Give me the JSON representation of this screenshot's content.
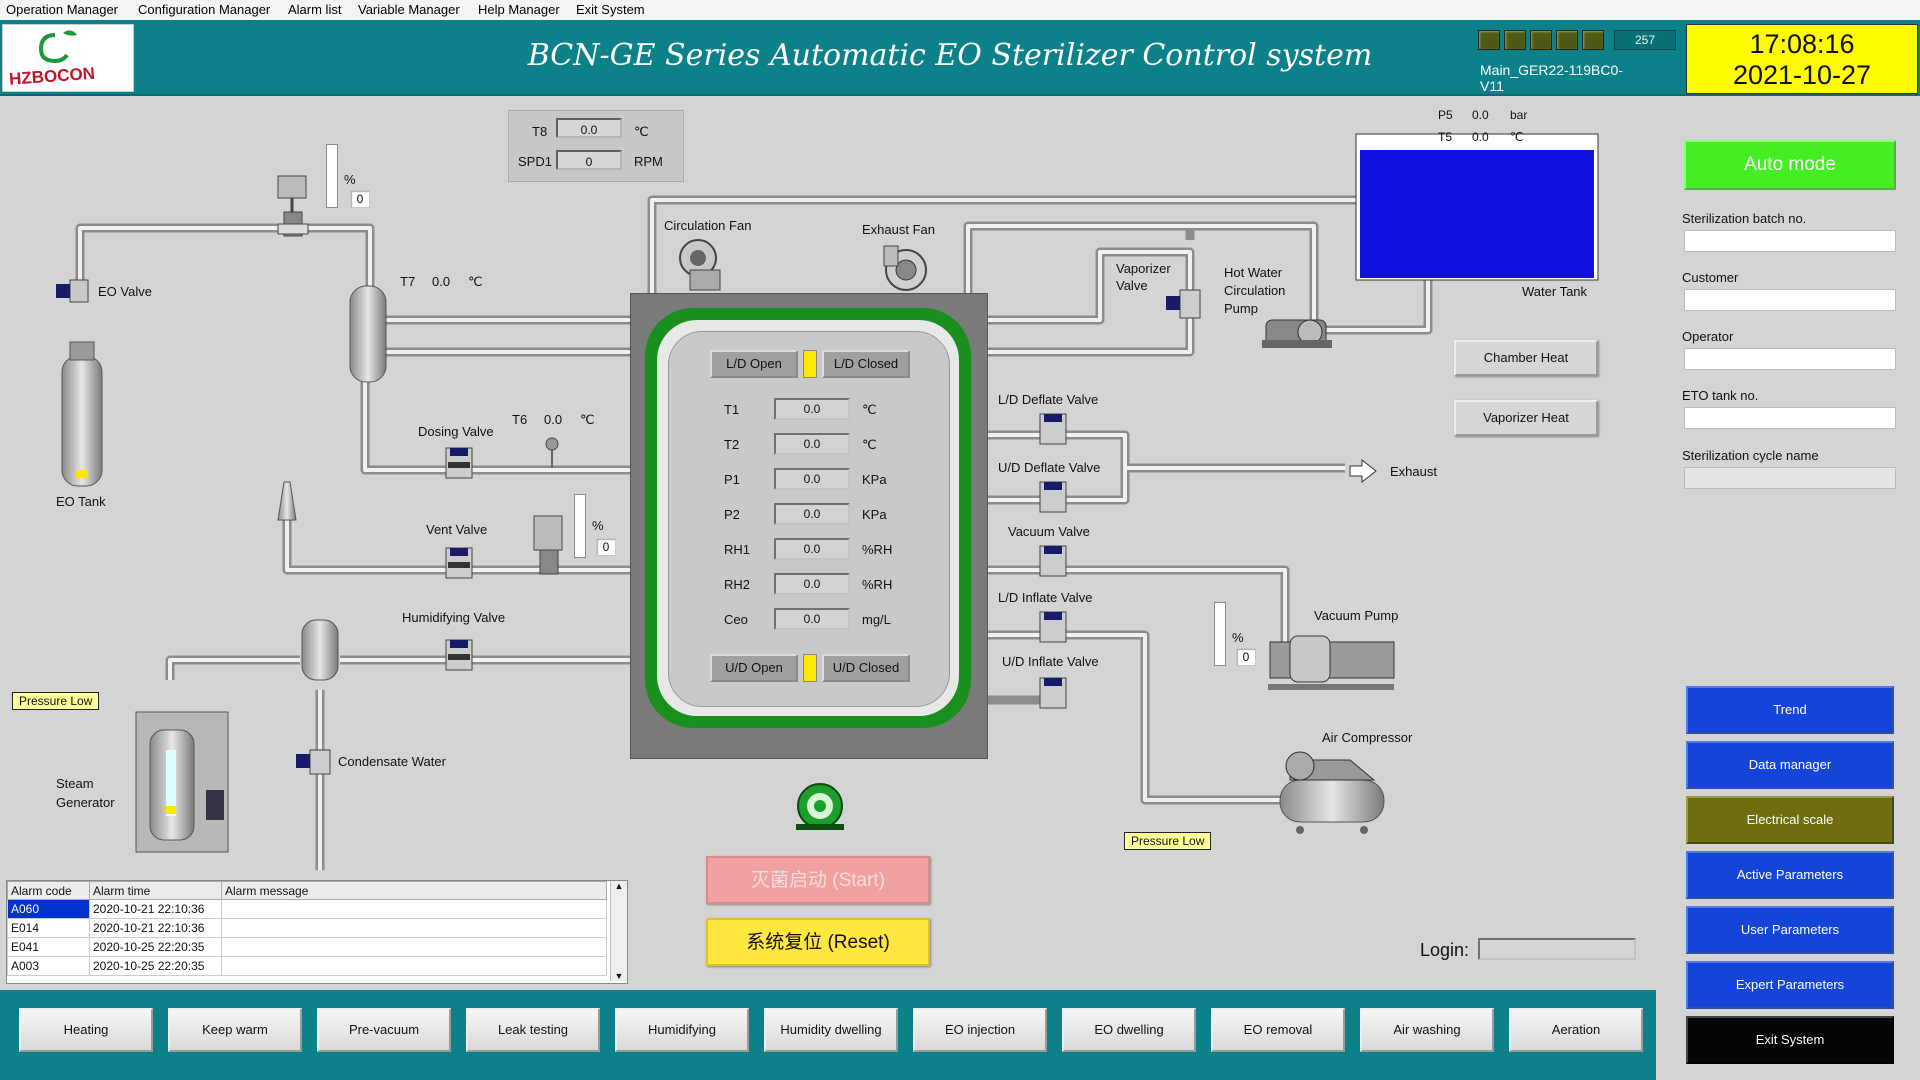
{
  "menu": [
    "Operation Manager",
    "Configuration Manager",
    "Alarm list",
    "Variable Manager",
    "Help Manager",
    "Exit System"
  ],
  "header": {
    "logo_text": "HZBOCON",
    "title": "BCN-GE Series Automatic EO Sterilizer Control system",
    "counter": "257",
    "program": "Main_GER22-119BC0-V11",
    "time": "17:08:16",
    "date": "2021-10-27"
  },
  "top_panel": {
    "t8_label": "T8",
    "t8_value": "0.0",
    "t8_unit": "℃",
    "spd1_label": "SPD1",
    "spd1_value": "0",
    "spd1_unit": "RPM"
  },
  "process": {
    "eo_valve": "EO Valve",
    "eo_tank": "EO Tank",
    "top_valve_pct_unit": "%",
    "top_valve_pct": "0",
    "t7_label": "T7",
    "t7_value": "0.0",
    "t7_unit": "℃",
    "dosing_valve": "Dosing Valve",
    "t6_label": "T6",
    "t6_value": "0.0",
    "t6_unit": "℃",
    "vent_valve": "Vent Valve",
    "vent_pct_unit": "%",
    "vent_pct": "0",
    "humidifying_valve": "Humidifying Valve",
    "condensate_water": "Condensate Water",
    "steam_generator": "Steam Generator",
    "circulation_fan": "Circulation Fan",
    "exhaust_fan": "Exhaust Fan",
    "vaporizer_valve": "Vaporizer Valve",
    "hot_water_pump": "Hot Water Circulation Pump",
    "water_tank": "Water Tank",
    "p5_label": "P5",
    "p5_value": "0.0",
    "p5_unit": "bar",
    "t5_label": "T5",
    "t5_value": "0.0",
    "t5_unit": "℃",
    "chamber_heat": "Chamber Heat",
    "vaporizer_heat": "Vaporizer Heat",
    "ld_deflate": "L/D Deflate Valve",
    "ud_deflate": "U/D Deflate Valve",
    "exhaust": "Exhaust",
    "vacuum_valve": "Vacuum Valve",
    "ld_inflate": "L/D Inflate Valve",
    "ud_inflate": "U/D Inflate Valve",
    "vacuum_pump": "Vacuum Pump",
    "vacuum_pct_unit": "%",
    "vacuum_pct": "0",
    "air_compressor": "Air Compressor",
    "pressure_low_1": "Pressure Low",
    "pressure_low_2": "Pressure Low"
  },
  "chamber": {
    "ld_open": "L/D Open",
    "ld_closed": "L/D Closed",
    "ud_open": "U/D Open",
    "ud_closed": "U/D Closed",
    "rows": [
      {
        "label": "T1",
        "value": "0.0",
        "unit": "℃"
      },
      {
        "label": "T2",
        "value": "0.0",
        "unit": "℃"
      },
      {
        "label": "P1",
        "value": "0.0",
        "unit": "KPa"
      },
      {
        "label": "P2",
        "value": "0.0",
        "unit": "KPa"
      },
      {
        "label": "RH1",
        "value": "0.0",
        "unit": "%RH"
      },
      {
        "label": "RH2",
        "value": "0.0",
        "unit": "%RH"
      },
      {
        "label": "Ceo",
        "value": "0.0",
        "unit": "mg/L"
      }
    ]
  },
  "controls": {
    "start": "灭菌启动 (Start)",
    "reset": "系统复位 (Reset)",
    "login_label": "Login:"
  },
  "alarm_table": {
    "headers": [
      "Alarm code",
      "Alarm time",
      "Alarm message"
    ],
    "rows": [
      {
        "code": "A060",
        "time": "2020-10-21 22:10:36",
        "message": ""
      },
      {
        "code": "E014",
        "time": "2020-10-21 22:10:36",
        "message": ""
      },
      {
        "code": "E041",
        "time": "2020-10-25 22:20:35",
        "message": ""
      },
      {
        "code": "A003",
        "time": "2020-10-25 22:20:35",
        "message": ""
      }
    ]
  },
  "right_panel": {
    "mode": "Auto mode",
    "fields": [
      "Sterilization batch no.",
      "Customer",
      "Operator",
      "ETO tank no.",
      "Sterilization cycle name"
    ],
    "buttons": [
      "Trend",
      "Data manager",
      "Electrical scale",
      "Active Parameters",
      "User Parameters",
      "Expert Parameters",
      "Exit System"
    ]
  },
  "stages": [
    "Heating",
    "Keep warm",
    "Pre-vacuum",
    "Leak testing",
    "Humidifying",
    "Humidity dwelling",
    "EO injection",
    "EO dwelling",
    "EO removal",
    "Air washing",
    "Aeration"
  ],
  "colors": {
    "header_teal": "#0d8189",
    "clock_yellow": "#fffc00",
    "chamber_green": "#19901e",
    "water_blue": "#1010e0",
    "auto_mode_green": "#44ee22",
    "nav_blue": "#1544d8",
    "electrical_olive": "#6e6e10"
  }
}
